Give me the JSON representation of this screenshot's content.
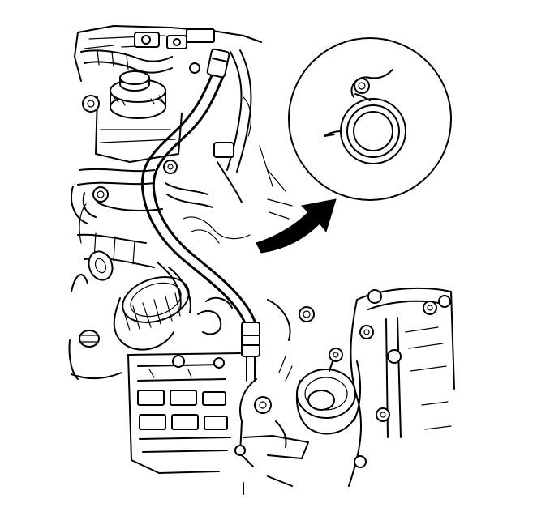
{
  "figure": {
    "domain": "engine-assembly-line-drawing",
    "colors": {
      "ink": "#000000",
      "paper": "#ffffff"
    },
    "callout": {
      "shape": "circle",
      "content": "coil-spring-hose-clamp",
      "arrow_style": "solid-black-curved"
    }
  }
}
